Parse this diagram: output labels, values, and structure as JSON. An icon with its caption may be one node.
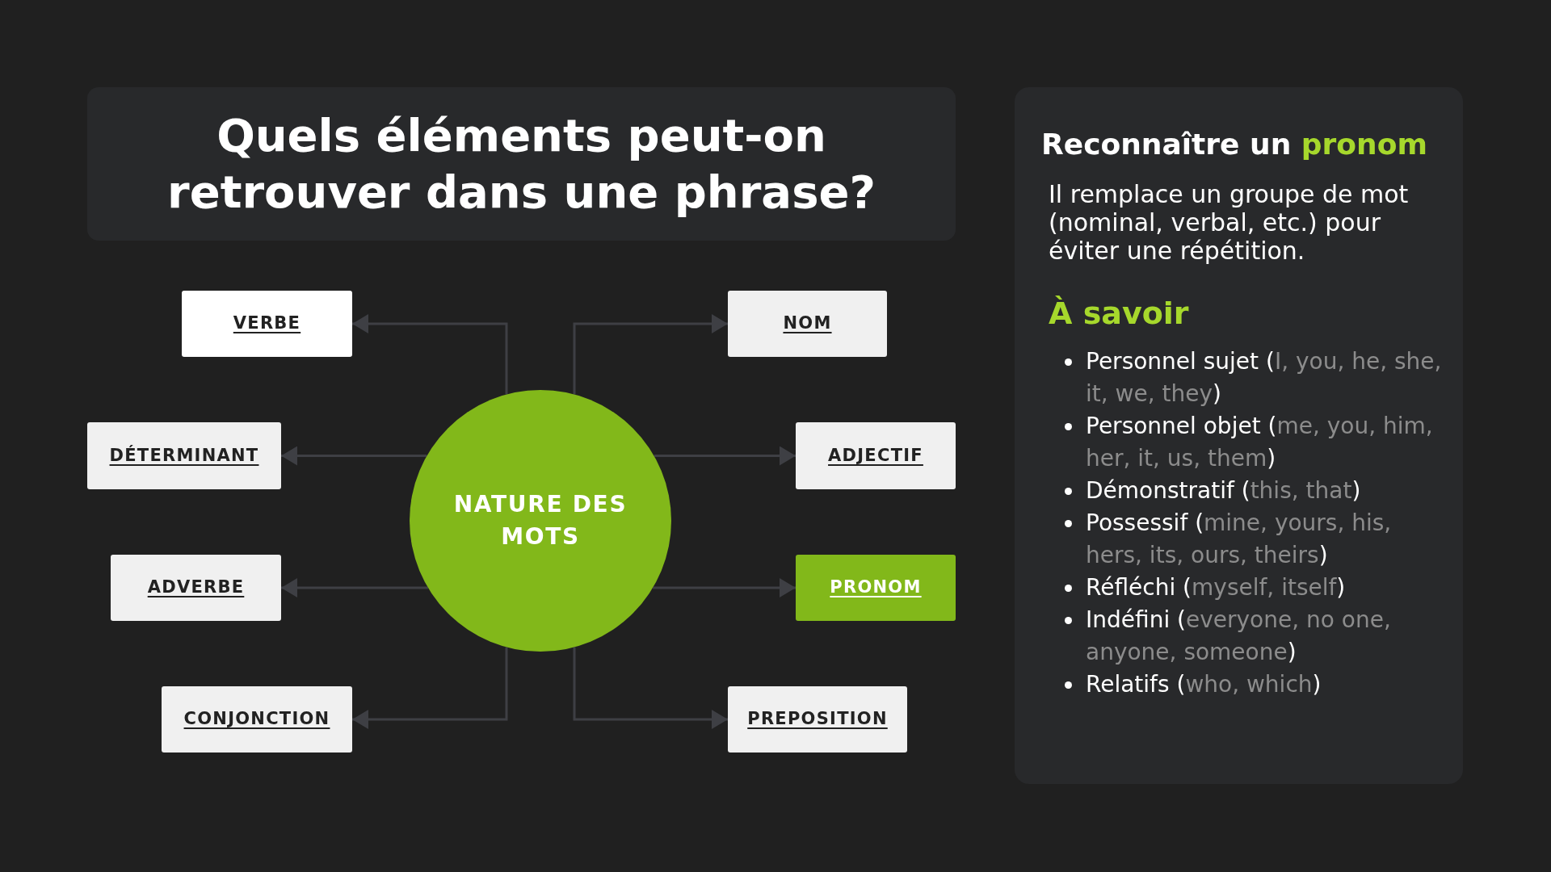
{
  "diagram": {
    "title": "Quels éléments peut-on retrouver dans une phrase?",
    "nodes": [
      {
        "text": [
          "NATURE DES MOTS"
        ]
      },
      {
        "text": [
          "VERBE"
        ]
      },
      {
        "text": [
          "NOM"
        ]
      },
      {
        "text": [
          "DÉTERMINANT"
        ]
      },
      {
        "text": [
          "ADJECTIF"
        ]
      },
      {
        "text": [
          "ADVERBE"
        ]
      },
      {
        "text": [
          "PRONOM"
        ]
      },
      {
        "text": [
          "CONJONCTION"
        ]
      },
      {
        "text": [
          "PREPOSITION"
        ]
      },
      {
        "text": [
          "Reconnaître un pronom",
          "Il remplace un groupe de mot (nominal, verbal, etc.) pour éviter une répétition.",
          "À savoir",
          "Personnel sujet (I, you, he, she, it, we, they)",
          "Personnel objet (me, you, him, her, it, us, them)",
          "Démonstratif (this, that)",
          "Possessif (mine, yours, his, hers, its, ours, theirs)",
          "Réfléchi (myself, itself)",
          "Indéfini (everyone, no one, anyone, someone)",
          "Relatifs (who, which)"
        ]
      }
    ],
    "edges": [
      {
        "from": 0,
        "to": 1,
        "arrow": "to"
      },
      {
        "from": 0,
        "to": 2,
        "arrow": "to"
      },
      {
        "from": 0,
        "to": 3,
        "arrow": "to"
      },
      {
        "from": 0,
        "to": 4,
        "arrow": "to"
      },
      {
        "from": 0,
        "to": 5,
        "arrow": "to"
      },
      {
        "from": 0,
        "to": 6,
        "arrow": "to"
      },
      {
        "from": 0,
        "to": 7,
        "arrow": "to"
      },
      {
        "from": 0,
        "to": 8,
        "arrow": "to"
      }
    ]
  }
}
